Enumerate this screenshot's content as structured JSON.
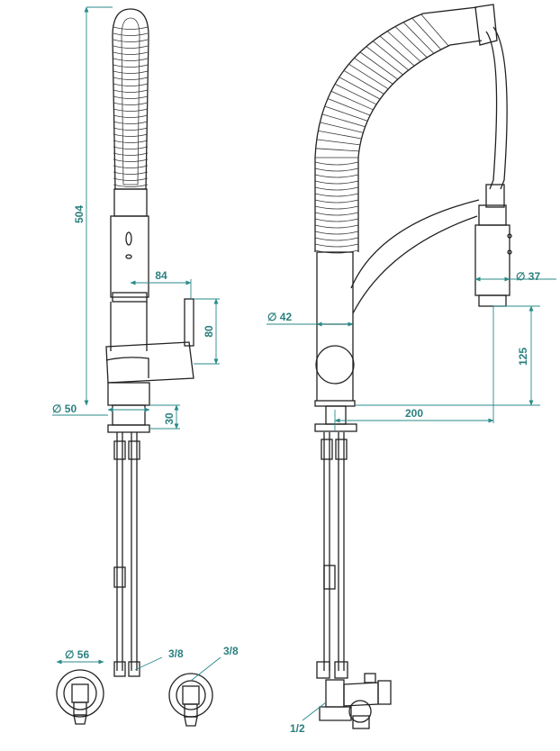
{
  "dimensions": {
    "height_total": "504",
    "spout_length": "84",
    "lever_height": "80",
    "base_diameter": "∅ 50",
    "base_height": "30",
    "body_diameter": "∅ 42",
    "hand_shower_diameter": "∅ 37",
    "outlet_height": "125",
    "reach": "200",
    "rosette_diameter": "∅ 56",
    "inlet_thread_left": "3/8",
    "inlet_thread_right": "3/8",
    "valve_thread": "1/2"
  }
}
